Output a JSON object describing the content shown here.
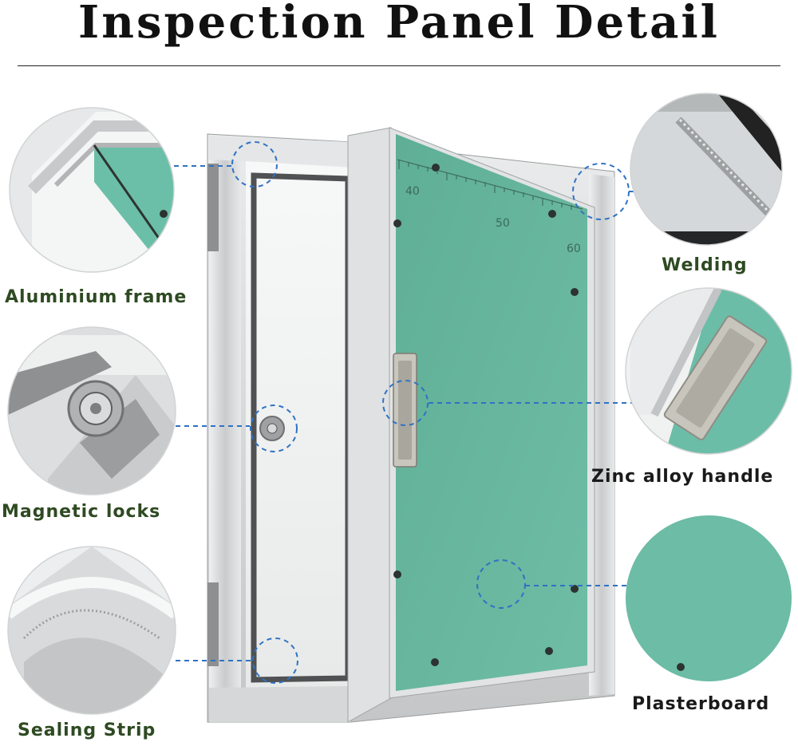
{
  "title": "Inspection Panel Detail",
  "labels": {
    "aluminium_frame": "Aluminium frame",
    "magnetic_locks": "Magnetic locks",
    "sealing_strip": "Sealing Strip",
    "welding": "Welding",
    "zinc_alloy_handle": "Zinc alloy handle",
    "plasterboard": "Plasterboard"
  },
  "ruler_marks": [
    "40",
    "50",
    "60"
  ],
  "colors": {
    "board_green": "#6fb8a2",
    "aluminium": "#cfd1d2",
    "label_green": "#2e4a22",
    "callout_blue": "#2f72c4"
  }
}
